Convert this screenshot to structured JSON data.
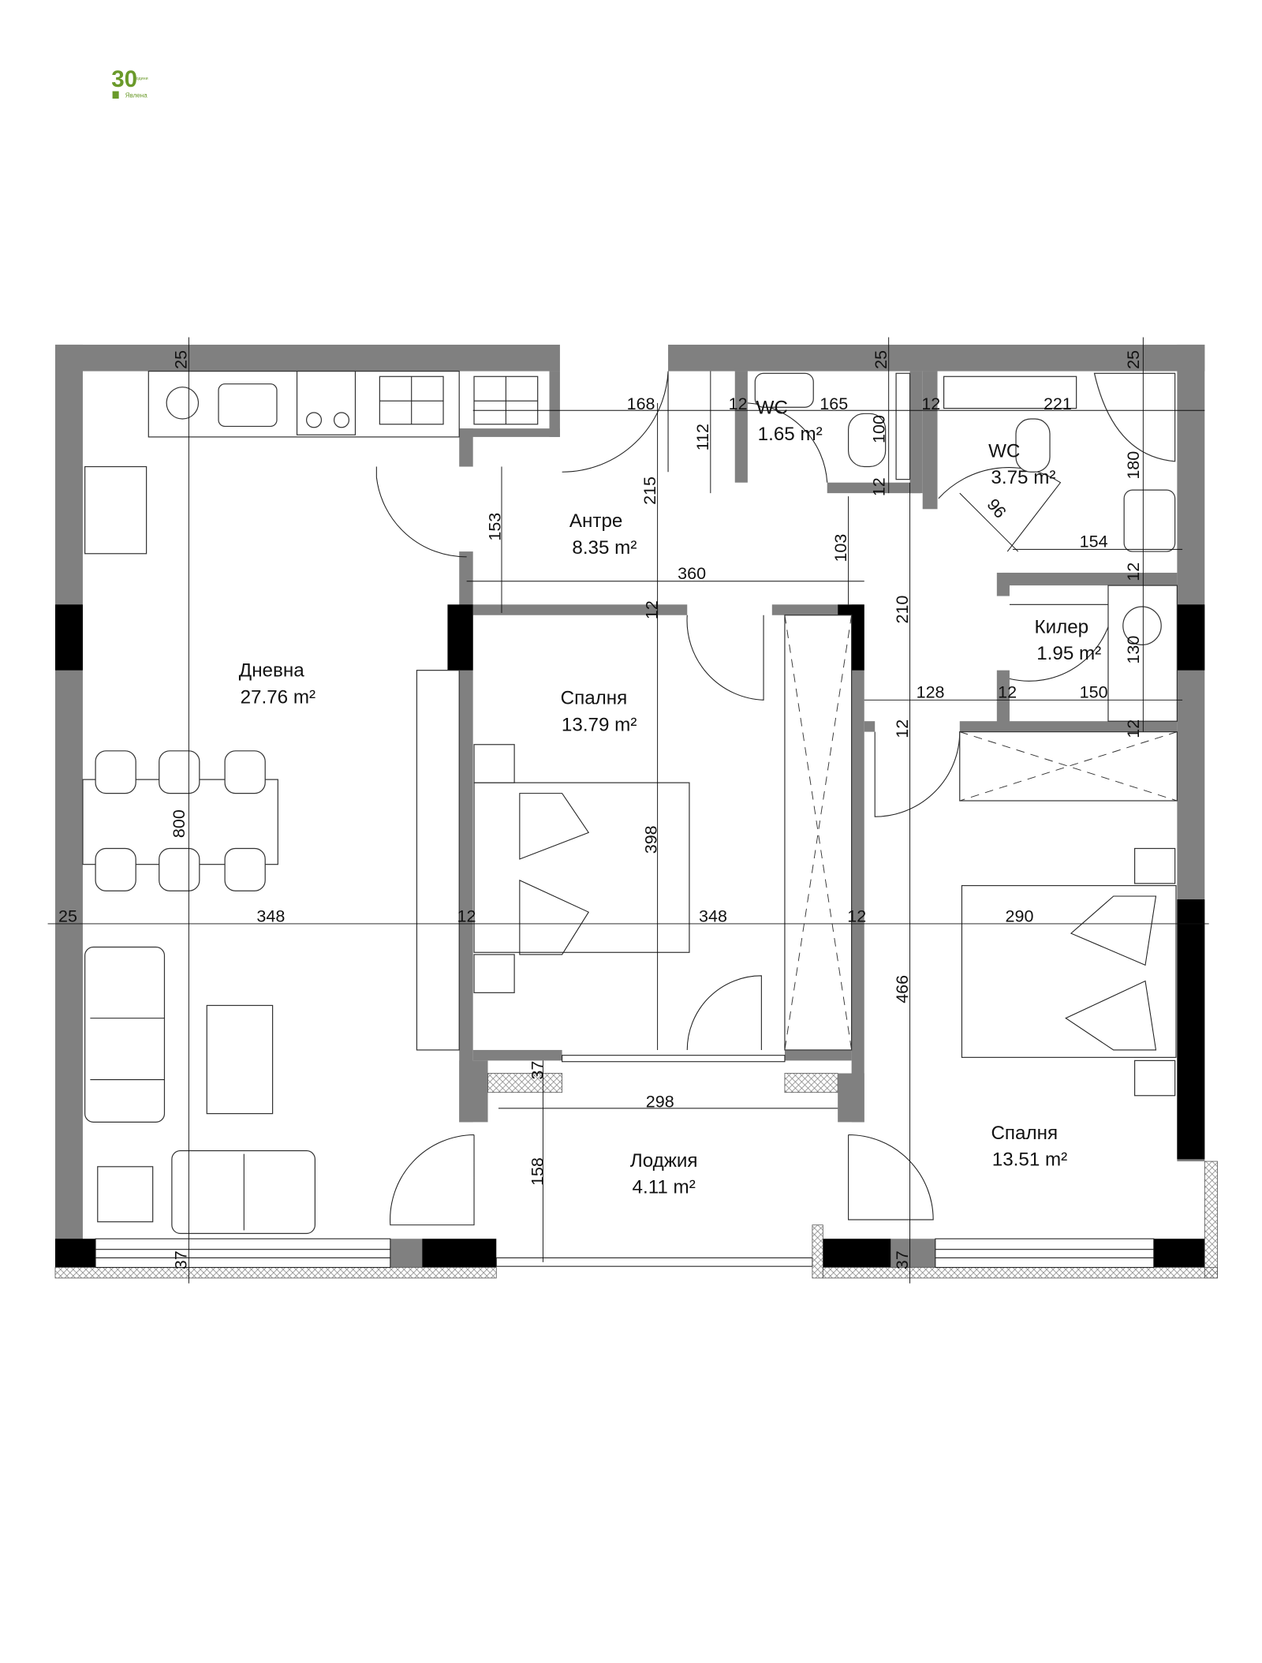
{
  "logo": {
    "brand": "Явлена",
    "number": "30",
    "tagline": "години",
    "color": "#6a9a2a"
  },
  "colors": {
    "wall": "#808080",
    "column": "#000000",
    "line": "#222222"
  },
  "rooms": [
    {
      "name": "Антре",
      "area": "8.35 m²"
    },
    {
      "name": "WC",
      "area": "1.65 m²"
    },
    {
      "name": "WC",
      "area": "3.75 m²"
    },
    {
      "name": "Килер",
      "area": "1.95 m²"
    },
    {
      "name": "Дневна",
      "area": "27.76 m²"
    },
    {
      "name": "Спалня",
      "area": "13.79 m²"
    },
    {
      "name": "Спалня",
      "area": "13.51 m²"
    },
    {
      "name": "Лоджия",
      "area": "4.11 m²"
    }
  ],
  "dimensions": [
    "25",
    "25",
    "25",
    "168",
    "12",
    "165",
    "12",
    "221",
    "112",
    "100",
    "215",
    "180",
    "12",
    "96",
    "154",
    "153",
    "103",
    "360",
    "12",
    "12",
    "210",
    "128",
    "12",
    "150",
    "130",
    "12",
    "12",
    "800",
    "398",
    "25",
    "348",
    "12",
    "348",
    "12",
    "290",
    "466",
    "37",
    "298",
    "158",
    "37",
    "37"
  ]
}
